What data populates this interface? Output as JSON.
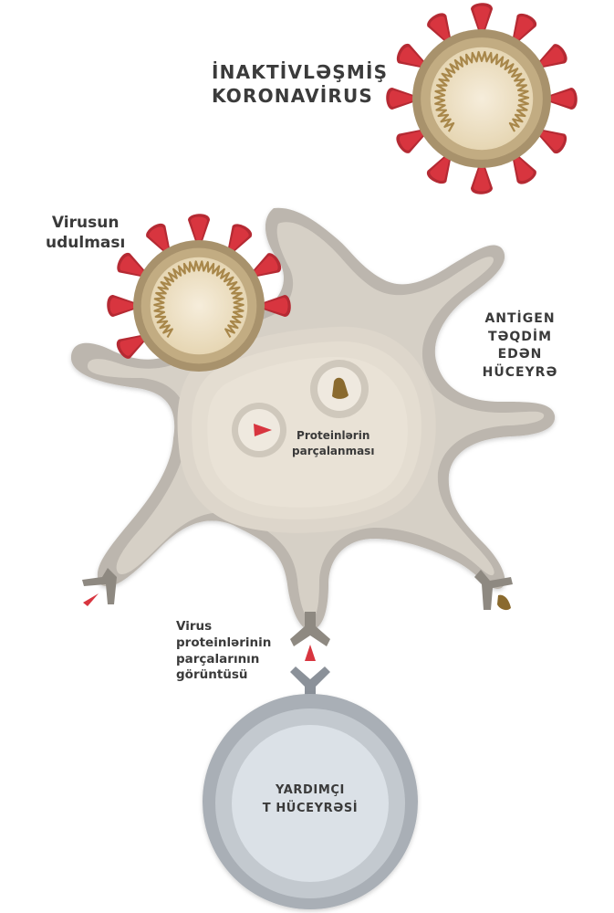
{
  "title": {
    "lines": [
      "İNAKTİVLƏŞMİŞ",
      "KORONAVİRUS"
    ]
  },
  "labels": {
    "engulfment": [
      "Virusun",
      "udulması"
    ],
    "antigen_presenting_cell": [
      "ANTİGEN",
      "TƏQDİM",
      "EDƏN",
      "HÜCEYRƏ"
    ],
    "protein_degradation": [
      "Proteinlərin",
      "parçalanması"
    ],
    "protein_display": [
      "Virus",
      "proteinlərinin",
      "parçalarının",
      "görüntüsü"
    ],
    "helper_t_cell": [
      "YARDIMÇI",
      "T HÜCEYRƏSİ"
    ]
  },
  "colors": {
    "spike_red": "#d8353f",
    "spike_dark": "#b52a33",
    "virus_shell_outer": "#a8926c",
    "virus_shell_mid": "#c2ac82",
    "virus_core": "#efe3c8",
    "rna": "#a8874a",
    "cell_outer": "#b9b3ab",
    "cell_mid": "#cfc9c0",
    "cell_inner": "#ddd6cb",
    "nucleus_area": "#e8e1d4",
    "receptor_gray": "#8e8981",
    "fragment_brown": "#8a6a2e",
    "tcell_outer": "#a9afb6",
    "tcell_mid": "#c3c9cf",
    "tcell_core": "#dbe1e7",
    "tcell_receptor": "#8b9199",
    "text": "#3a3a3a"
  }
}
